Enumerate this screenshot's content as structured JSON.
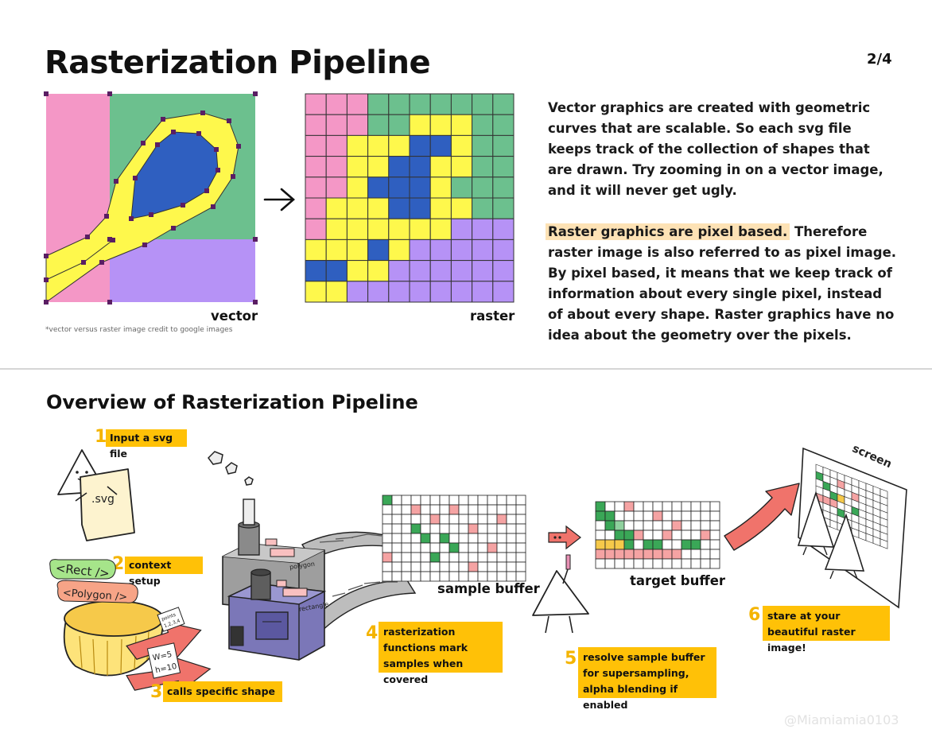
{
  "header": {
    "title": "Rasterization Pipeline",
    "page_indicator": "2/4"
  },
  "top": {
    "vector_label": "vector",
    "raster_label": "raster",
    "credit": "*vector versus raster image credit to google images",
    "para1": "Vector graphics are created with geometric curves that are scalable. So each svg file keeps track of the collection of shapes that are drawn. Try zooming in on a vector image, and it will never get ugly.",
    "para2_highlight": "Raster graphics are pixel based.",
    "para2_rest": " Therefore raster image is also referred to as pixel image. By pixel based, it means that we keep track of information about every single pixel, instead of about every shape.  Raster graphics have no idea about the geometry over the pixels."
  },
  "bottom": {
    "title": "Overview of Rasterization Pipeline",
    "steps": [
      {
        "num": "1",
        "text": "Input a svg file"
      },
      {
        "num": "2",
        "text": "context setup"
      },
      {
        "num": "3",
        "text": "calls specific shape"
      },
      {
        "num": "4",
        "text": "rasterization functions mark samples when covered"
      },
      {
        "num": "5",
        "text": "resolve sample buffer for supersampling, alpha blending if enabled"
      },
      {
        "num": "6",
        "text": "stare at your beautiful raster image!"
      }
    ],
    "labels": {
      "svg": ".svg",
      "rect_tag": "<Rect />",
      "polygon_tag": "<Polygon />",
      "points_note": "points",
      "points_values": "1,2,3,4",
      "w_note": "W=5",
      "h_note": "h=10",
      "polygon_machine": "polygon",
      "rectangle_machine": "rectangle",
      "sample_buffer": "sample buffer",
      "target_buffer": "target buffer",
      "screen": "screen"
    }
  },
  "footer": {
    "watermark": "@Miamiamia0103"
  },
  "colors": {
    "pink": "#f497c6",
    "green": "#6cc08e",
    "yellow": "#fef84c",
    "blue": "#2f5fc0",
    "purple": "#b692f6",
    "highlight": "#fde2b5",
    "step_box": "#ffc107",
    "step_number": "#f4b400",
    "arrow_red": "#f0736b"
  },
  "raster_grid": [
    "PPPGGGGGGG",
    "PPPGGYYYGG",
    "PPYYYBBYGG",
    "PPYYBBYYGG",
    "PPYBBBYGGG",
    "PYYYBBYYGG",
    "PYYYYYYVVV",
    "YYYBYVVVVV",
    "BBYYVVVVVV",
    "YYVVVVVVVV"
  ]
}
